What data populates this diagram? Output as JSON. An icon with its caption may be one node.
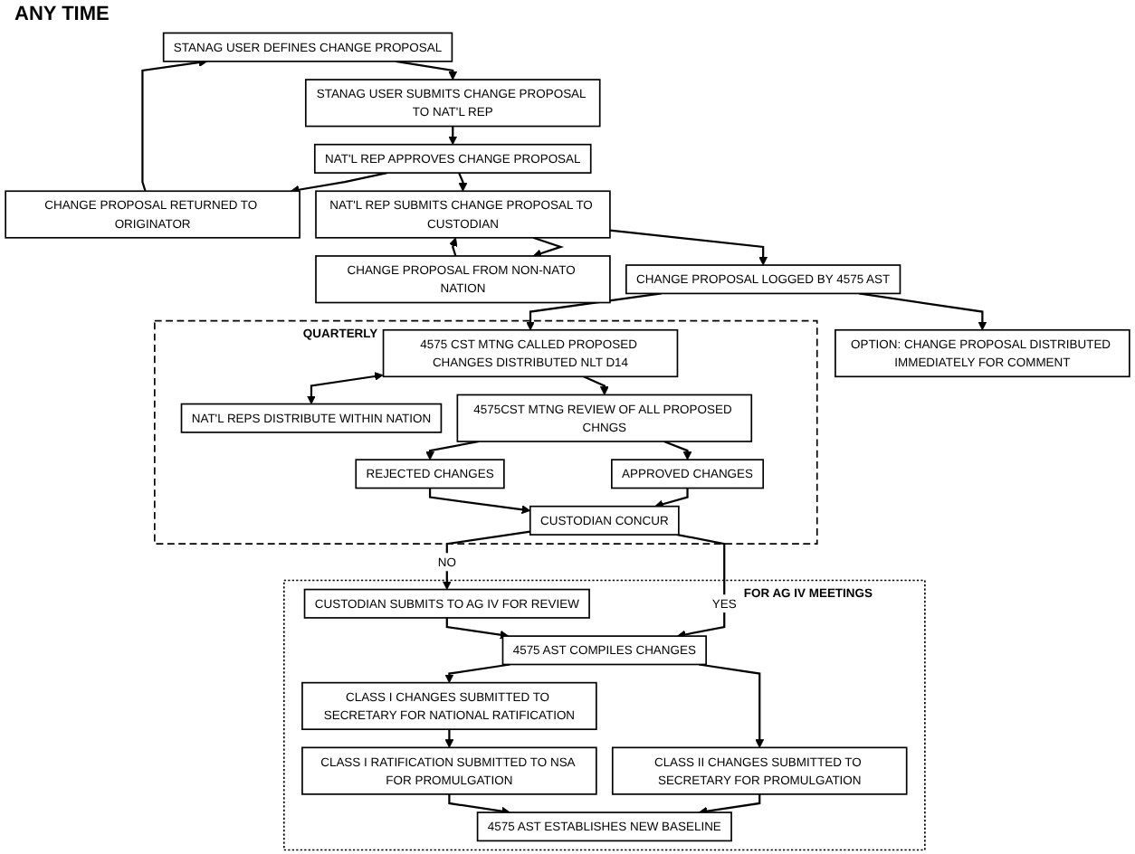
{
  "diagram": {
    "nodes": [
      {
        "text": [
          "STANAG USER DEFINES CHANGE PROPOSAL"
        ]
      },
      {
        "text": [
          "STANAG USER SUBMITS CHANGE PROPOSAL TO NAT'L REP"
        ]
      },
      {
        "text": [
          "CHANGE PROPOSAL RETURNED TO ORIGINATOR"
        ]
      },
      {
        "text": [
          "NAT'L REP APPROVES CHANGE PROPOSAL"
        ]
      },
      {
        "text": [
          "CHANGE PROPOSAL FROM NON-NATO NATION"
        ]
      },
      {
        "text": [
          "NAT'L REP SUBMITS CHANGE PROPOSAL TO CUSTODIAN"
        ]
      },
      {
        "text": [
          "CHANGE PROPOSAL LOGGED BY 4575 AST"
        ]
      },
      {
        "text": [
          "OPTION: CHANGE PROPOSAL DISTRIBUTED IMMEDIATELY FOR COMMENT"
        ]
      },
      {
        "text": [
          "QUARTERLY"
        ]
      },
      {
        "text": [
          "4575 CST MTNG CALLED PROPOSED CHANGES DISTRIBUTED NLT D14"
        ],
        "in": 8
      },
      {
        "text": [
          "NAT'L REPS DISTRIBUTE WITHIN NATION"
        ],
        "in": 8
      },
      {
        "text": [
          "4575CST MTNG REVIEW OF ALL PROPOSED CHNGS"
        ],
        "in": 8
      },
      {
        "text": [
          "APPROVED CHANGES"
        ],
        "in": 8
      },
      {
        "text": [
          "REJECTED CHANGES"
        ],
        "in": 8
      },
      {
        "text": [
          "CUSTODIAN CONCUR"
        ],
        "in": 8
      },
      {
        "text": [
          "FOR AG IV MEETINGS"
        ]
      },
      {
        "text": [
          "CUSTODIAN SUBMITS TO AG IV FOR REVIEW"
        ],
        "in": 15
      },
      {
        "text": [
          "4575 AST COMPILES CHANGES"
        ],
        "in": 15
      },
      {
        "text": [
          "CLASS II CHANGES SUBMITTED TO SECRETARY FOR PROMULGATION"
        ],
        "in": 15
      },
      {
        "text": [
          "CLASS I CHANGES SUBMITTED TO SECRETARY FOR NATIONAL RATIFICATION"
        ],
        "in": 15
      },
      {
        "text": [
          "CLASS I RATIFICATION SUBMITTED TO NSA FOR PROMULGATION"
        ],
        "in": 15
      },
      {
        "text": [
          "4575 AST ESTABLISHES NEW BASELINE"
        ],
        "in": 15
      }
    ],
    "edges": [
      {
        "from": 0,
        "to": 1,
        "arrow": "to"
      },
      {
        "from": 1,
        "to": 3,
        "arrow": "to"
      },
      {
        "from": 3,
        "to": 2,
        "arrow": "to"
      },
      {
        "from": 2,
        "to": 0,
        "arrow": "to"
      },
      {
        "from": 3,
        "to": 5,
        "arrow": "to"
      },
      {
        "from": 4,
        "to": 5,
        "arrow": "to"
      },
      {
        "from": 5,
        "to": 4,
        "arrow": "to"
      },
      {
        "from": 5,
        "to": 6,
        "arrow": "to"
      },
      {
        "from": 6,
        "to": 7,
        "arrow": "to"
      },
      {
        "from": 6,
        "to": 9,
        "arrow": "to"
      },
      {
        "from": 9,
        "to": 10,
        "arrow": "both"
      },
      {
        "from": 9,
        "to": 11,
        "arrow": "to"
      },
      {
        "from": 11,
        "to": 12,
        "arrow": "to"
      },
      {
        "from": 11,
        "to": 13,
        "arrow": "to"
      },
      {
        "from": 12,
        "to": 14,
        "arrow": "to"
      },
      {
        "from": 13,
        "to": 14,
        "arrow": "to"
      },
      {
        "from": 14,
        "to": 17,
        "arrow": "to",
        "label": "YES"
      },
      {
        "from": 14,
        "to": 16,
        "arrow": "to",
        "label": "NO"
      },
      {
        "from": 16,
        "to": 17,
        "arrow": "to"
      },
      {
        "from": 17,
        "to": 18,
        "arrow": "to"
      },
      {
        "from": 17,
        "to": 19,
        "arrow": "to"
      },
      {
        "from": 18,
        "to": 21,
        "arrow": "to"
      },
      {
        "from": 19,
        "to": 20,
        "arrow": "to"
      },
      {
        "from": 20,
        "to": 21,
        "arrow": "to"
      }
    ],
    "labels": [
      "ANY TIME"
    ]
  }
}
